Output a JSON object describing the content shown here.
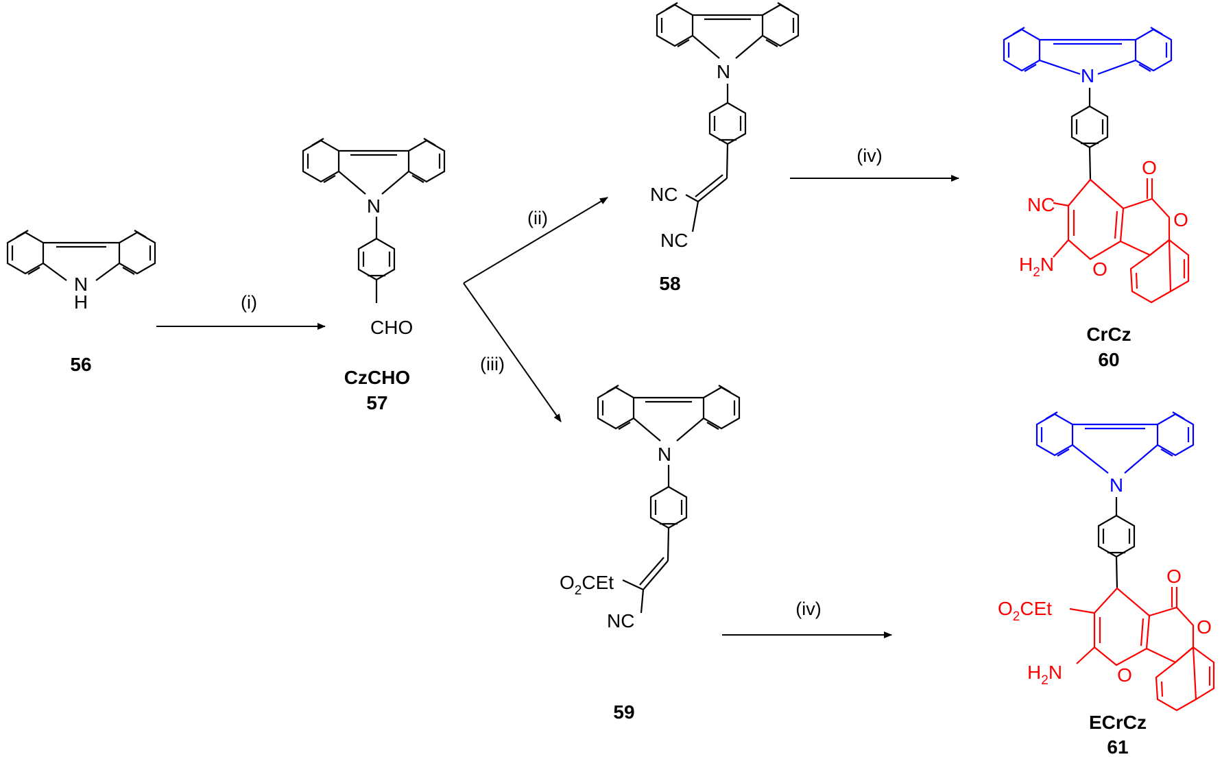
{
  "colors": {
    "black": "#000000",
    "carbazole": "#0000ff",
    "pyran": "#ff0000"
  },
  "compounds": {
    "c56": {
      "label": "56",
      "nh_h": "H",
      "nh_n": "N"
    },
    "c57": {
      "name": "CzCHO",
      "label": "57",
      "cho": "CHO",
      "n": "N"
    },
    "c58": {
      "label": "58",
      "n": "N",
      "nc1": "NC",
      "nc2": "NC"
    },
    "c59": {
      "label": "59",
      "n": "N",
      "ester_o": "O",
      "ester_sub": "2",
      "ester_rest": "CEt",
      "nc": "NC"
    },
    "c60": {
      "name": "CrCz",
      "label": "60",
      "n": "N",
      "nc": "NC",
      "h2n_h": "H",
      "h2n_sub": "2",
      "h2n_n": "N",
      "ring_o": "O",
      "carbonyl_o": "O",
      "lactone_o": "O"
    },
    "c61": {
      "name": "ECrCz",
      "label": "61",
      "n": "N",
      "ester_o": "O",
      "ester_sub": "2",
      "ester_rest": "CEt",
      "h2n_h": "H",
      "h2n_sub": "2",
      "h2n_n": "N",
      "ring_o": "O",
      "carbonyl_o": "O",
      "lactone_o": "O"
    }
  },
  "conditions": {
    "i": "(i)",
    "ii": "(ii)",
    "iii": "(iii)",
    "iv_top": "(iv)",
    "iv_bottom": "(iv)"
  }
}
